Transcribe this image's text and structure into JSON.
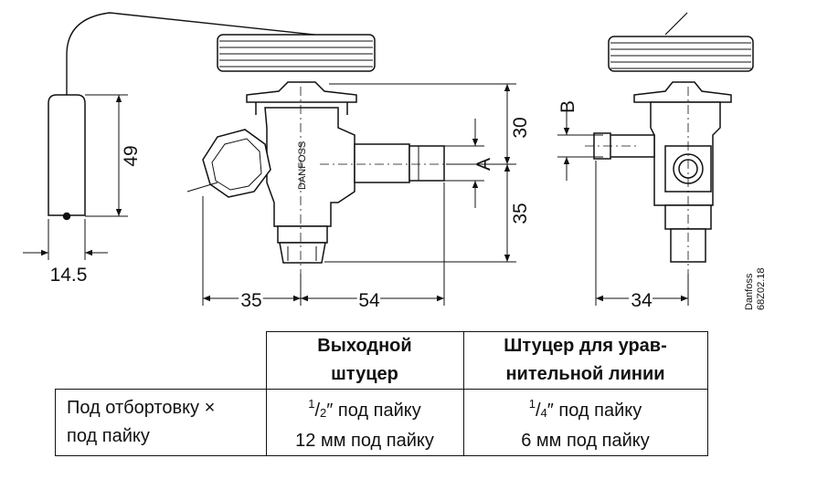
{
  "dimensions": {
    "bulb_width": "14.5",
    "bulb_height": "49",
    "left_35": "35",
    "body_54": "54",
    "top_30": "30",
    "bottom_35": "35",
    "side_34": "34",
    "label_a": "A",
    "label_b": "B"
  },
  "brand": "DANFOSS",
  "drawing_code": [
    "Danfoss",
    "68Z02.18"
  ],
  "table": {
    "header_outlet": [
      "Выходной",
      "штуцер"
    ],
    "header_equalizer": [
      "Штуцер для урав-",
      "нительной линии"
    ],
    "row_label": [
      "Под отбортовку ×",
      "под пайку"
    ],
    "outlet_fraction": {
      "num": "1",
      "den": "2"
    },
    "outlet_line1_suffix": "″ под пайку",
    "outlet_line2": "12 мм под пайку",
    "equalizer_fraction": {
      "num": "1",
      "den": "4"
    },
    "equalizer_line1_suffix": "″ под пайку",
    "equalizer_line2": "6 мм под пайку"
  }
}
